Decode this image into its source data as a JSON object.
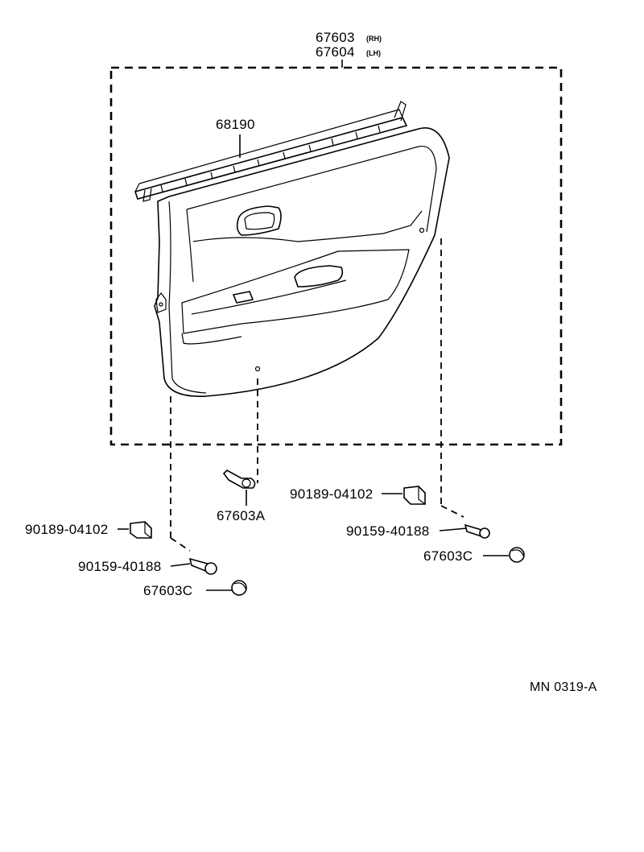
{
  "diagram": {
    "callouts": {
      "door_panel_rh": "67603",
      "door_panel_rh_side": "(RH)",
      "door_panel_lh": "67604",
      "door_panel_lh_side": "(LH)",
      "weatherstrip": "68190",
      "clip_center": "67603A",
      "clip_nut_right": "90189-04102",
      "screw_right": "90159-40188",
      "cap_right": "67603C",
      "clip_nut_left": "90189-04102",
      "screw_left": "90159-40188",
      "cap_left": "67603C"
    },
    "figure_code": "MN 0319-A"
  }
}
